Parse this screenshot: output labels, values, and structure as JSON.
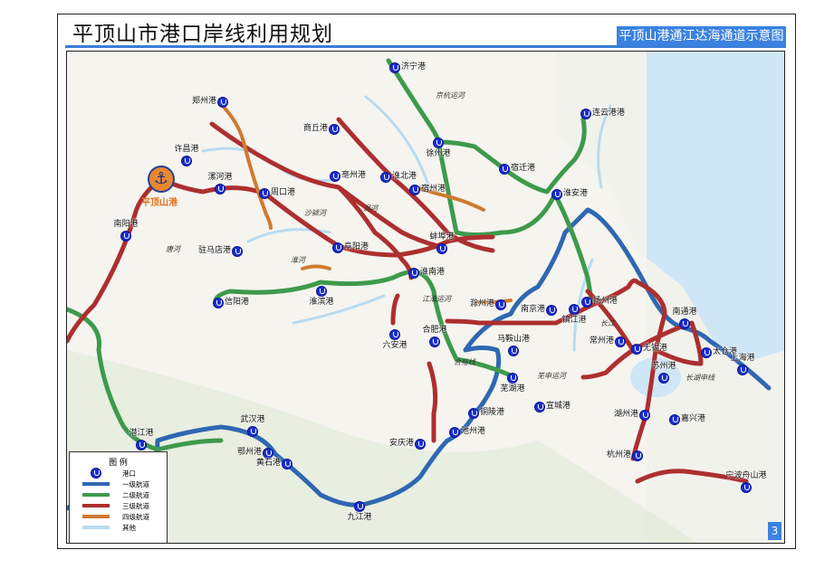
{
  "header": {
    "title": "平顶山市港口岸线利用规划",
    "subtitle": "平顶山港通江达海通道示意图",
    "page_number": "3"
  },
  "colors": {
    "level1": "#2f67b2",
    "level2": "#3d9a4c",
    "level3": "#ad2f2f",
    "level4": "#d07a30",
    "other": "#b8dbf0",
    "port": "#1a2fd0",
    "accent": "#3b82e0"
  },
  "map": {
    "home_port": {
      "name": "平顶山港",
      "icon": "anchor-icon"
    },
    "ports": [
      "济宁港",
      "连云港港",
      "郑州港",
      "商丘港",
      "徐州港",
      "宿迁港",
      "淮安港",
      "许昌港",
      "漯河港",
      "周口港",
      "亳州港",
      "淮北港",
      "宿州港",
      "蚌埠港",
      "南阳港",
      "驻马店港",
      "阜阳港",
      "淮南港",
      "信阳港",
      "淮滨港",
      "六安港",
      "合肥港",
      "滁州港",
      "南京港",
      "镇江港",
      "扬州港",
      "马鞍山港",
      "芜湖港",
      "宣城港",
      "铜陵港",
      "池州港",
      "安庆港",
      "南通港",
      "太仓港",
      "上海港",
      "常州港",
      "无锡港",
      "苏州港",
      "湖州港",
      "嘉兴港",
      "杭州港",
      "宁波舟山港",
      "武汉港",
      "鄂州港",
      "黄石港",
      "九江港",
      "潜江港"
    ],
    "river_labels": [
      "长江",
      "京杭运河",
      "沙颍河",
      "涡河",
      "淮河",
      "芜申运河",
      "江淮运河",
      "合裕线",
      "唐河",
      "长湖申线"
    ]
  },
  "legend": {
    "title": "图 例",
    "items": [
      {
        "label": "港口",
        "icon": "port-icon"
      },
      {
        "label": "一级航道",
        "color": "#2f67b2"
      },
      {
        "label": "二级航道",
        "color": "#3d9a4c"
      },
      {
        "label": "三级航道",
        "color": "#ad2f2f"
      },
      {
        "label": "四级航道",
        "color": "#d07a30"
      },
      {
        "label": "其他",
        "color": "#b8dbf0"
      }
    ]
  }
}
